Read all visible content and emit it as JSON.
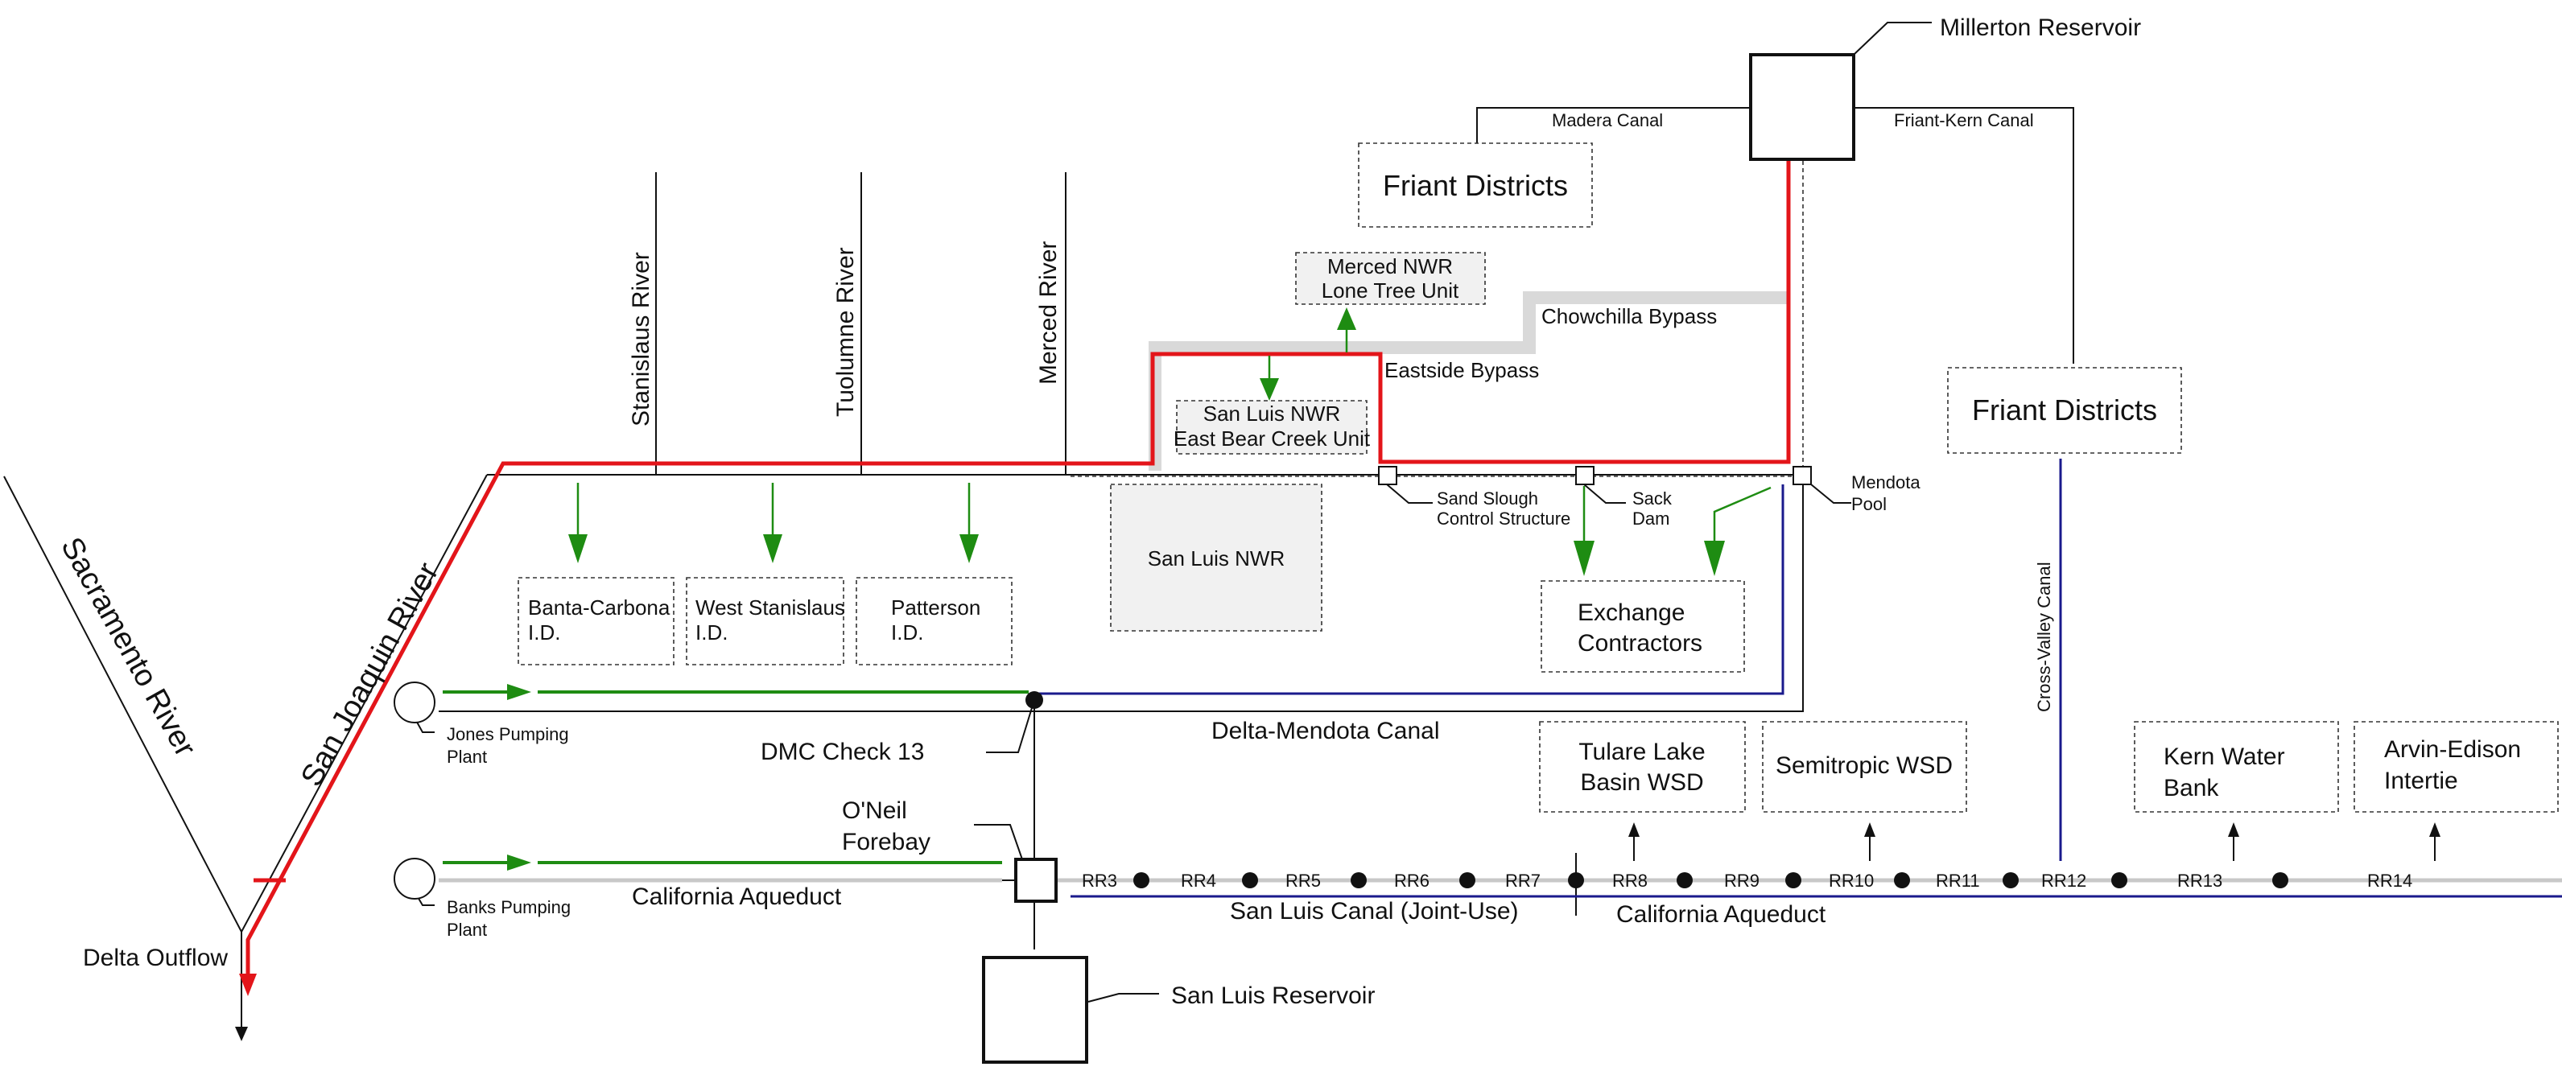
{
  "colors": {
    "flow_red": "#e3151a",
    "delivery_green": "#1e8c12",
    "canal_blue": "#1a1a8c",
    "bypass_gray": "#d9d9d9",
    "box_fill_gray": "#f1f1f1",
    "line_black": "#111111"
  },
  "rivers": {
    "sacramento": "Sacramento River",
    "san_joaquin": "San Joaquin River",
    "stanislaus": "Stanislaus River",
    "tuolumne": "Tuolumne River",
    "merced": "Merced River"
  },
  "reservoirs": {
    "millerton": "Millerton Reservoir",
    "san_luis": "San Luis Reservoir"
  },
  "canals": {
    "madera": "Madera Canal",
    "friant_kern": "Friant-Kern Canal",
    "chowchilla_bypass": "Chowchilla Bypass",
    "eastside_bypass": "Eastside Bypass",
    "delta_mendota": "Delta-Mendota Canal",
    "california_aqueduct_west": "California Aqueduct",
    "california_aqueduct_east": "California Aqueduct",
    "san_luis_canal": "San Luis Canal (Joint-Use)",
    "cross_valley": "Cross-Valley Canal"
  },
  "districts": {
    "friant_top": "Friant Districts",
    "friant_right": "Friant Districts",
    "banta_carbona": [
      "Banta-Carbona",
      "I.D."
    ],
    "west_stanislaus": [
      "West Stanislaus",
      "I.D."
    ],
    "patterson": [
      "Patterson",
      "I.D."
    ],
    "exchange": [
      "Exchange",
      "Contractors"
    ],
    "tulare": [
      "Tulare Lake",
      "Basin WSD"
    ],
    "semitropic": "Semitropic WSD",
    "kern_water": [
      "Kern Water",
      "Bank"
    ],
    "arvin_edison": [
      "Arvin-Edison",
      "Intertie"
    ]
  },
  "refuges": {
    "merced_nwr": [
      "Merced NWR",
      "Lone Tree Unit"
    ],
    "san_luis_ebc": [
      "San Luis NWR",
      "East Bear Creek Unit"
    ],
    "san_luis_nwr": "San Luis NWR"
  },
  "structures": {
    "sand_slough": [
      "Sand Slough",
      "Control Structure"
    ],
    "sack_dam": [
      "Sack",
      "Dam"
    ],
    "mendota_pool": [
      "Mendota",
      "Pool"
    ],
    "jones_plant": [
      "Jones Pumping",
      "Plant"
    ],
    "banks_plant": [
      "Banks Pumping",
      "Plant"
    ],
    "dmc_check": "DMC Check 13",
    "oneil": [
      "O'Neil",
      "Forebay"
    ],
    "delta_outflow": "Delta Outflow"
  },
  "reaches": [
    "RR3",
    "RR4",
    "RR5",
    "RR6",
    "RR7",
    "RR8",
    "RR9",
    "RR10",
    "RR11",
    "RR12",
    "RR13",
    "RR14"
  ]
}
